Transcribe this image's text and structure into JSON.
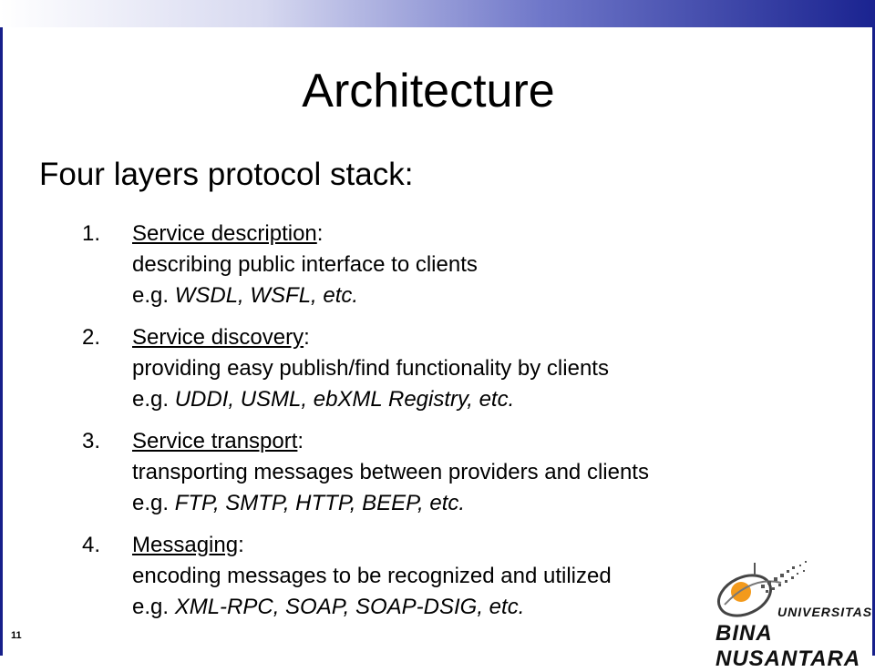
{
  "slide": {
    "title": "Architecture",
    "subtitle": "Four layers protocol stack:",
    "page_number": "11",
    "items": [
      {
        "number": "1.",
        "heading": "Service description",
        "suffix": ":",
        "description": "describing public interface to clients",
        "example_prefix": "e.g. ",
        "examples": "WSDL, WSFL, etc."
      },
      {
        "number": "2.",
        "heading": "Service discovery",
        "suffix": ":",
        "description": "providing easy publish/find functionality by clients",
        "example_prefix": "e.g. ",
        "examples": "UDDI, USML, ebXML Registry, etc."
      },
      {
        "number": "3.",
        "heading": "Service transport",
        "suffix": ":",
        "description": "transporting messages between providers and clients",
        "example_prefix": "e.g. ",
        "examples": "FTP, SMTP, HTTP, BEEP, etc."
      },
      {
        "number": "4.",
        "heading": "Messaging",
        "suffix": ":",
        "description": "encoding messages to be recognized and utilized",
        "example_prefix": "e.g. ",
        "examples": "XML-RPC, SOAP, SOAP-DSIG, etc."
      }
    ]
  },
  "logo": {
    "top_text": "UNIVERSITAS",
    "bottom_text": "BINA NUSANTARA",
    "icon": "bina-nusantara-logo-icon"
  },
  "colors": {
    "frame": "#161f8a",
    "logo_orange": "#f39a1c"
  }
}
